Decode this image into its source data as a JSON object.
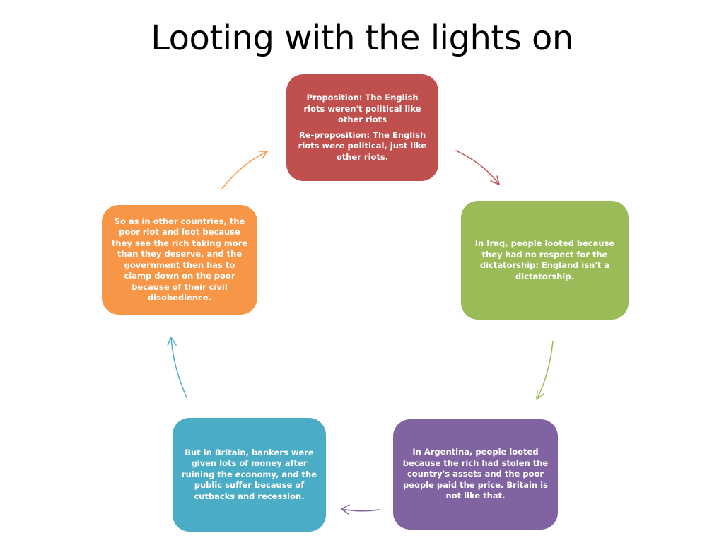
{
  "slide": {
    "title": "Looting with the lights on"
  },
  "nodes": {
    "top": {
      "line1": "Proposition: The English riots weren't political like other riots",
      "line2_pre": "Re-proposition: The English riots ",
      "line2_em": "were",
      "line2_post": " political, just like other riots."
    },
    "right": {
      "text": "In Iraq, people looted because they had no respect for the dictatorship: England isn't a dictatorship."
    },
    "bottom_right": {
      "text": "In Argentina, people looted because the rich had stolen the country's assets and the poor people paid the price. Britain is not like that."
    },
    "bottom_left": {
      "text": "But in Britain, bankers were given lots of money after ruining the economy, and the public suffer because of cutbacks and recession."
    },
    "left": {
      "text": "So as in other countries, the poor riot and loot because they see the rich taking more than they deserve, and the government then  has to clamp down on the poor because of their civil disobedience."
    }
  },
  "colors": {
    "top": "#c0504d",
    "right": "#9bbb59",
    "bottom_right": "#8064a2",
    "bottom_left": "#4bacc6",
    "left": "#f79646"
  },
  "diagram": {
    "type": "cycle",
    "direction": "clockwise"
  }
}
